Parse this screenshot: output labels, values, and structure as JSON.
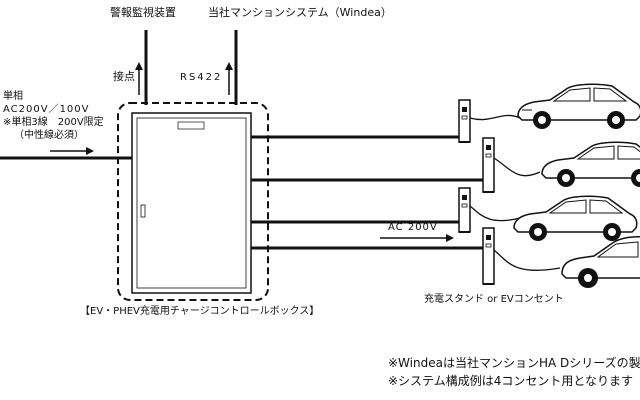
{
  "labels": {
    "alarm_device": "警報監視装置",
    "mansion_system": "当社マンションシステム（Windea）",
    "contact": "接点",
    "rs422": "RS422",
    "input_phase": "単相",
    "input_voltage": "AC200V／100V",
    "input_note": "※単相3線　200V限定",
    "input_note2": "（中性線必須）",
    "ac200v": "AC 200V",
    "box_name": "【EV・PHEV充電用チャージコントロールボックス】",
    "stand_label": "充電スタンド or EVコンセント",
    "footnote1": "※Windeaは当社マンションHA Dシリーズの製",
    "footnote2": "※システム構成例は4コンセント用となります"
  },
  "counts": {
    "chargers": 4,
    "cars": 4
  },
  "colors": {
    "line": "#111111",
    "car_body": "#ffffff",
    "background": "#ffffff"
  }
}
